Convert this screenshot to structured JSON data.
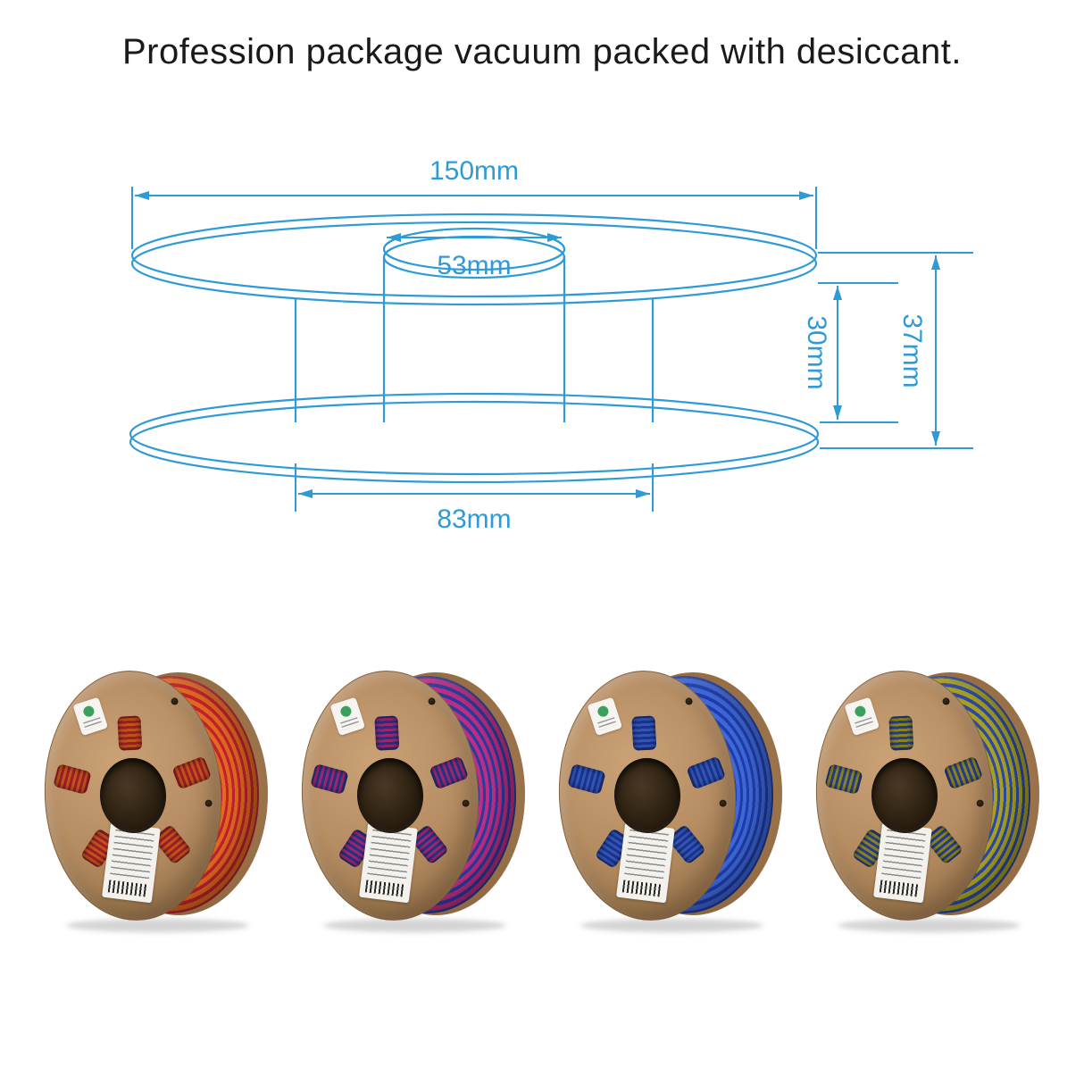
{
  "page": {
    "title": "Profession package vacuum packed with desiccant."
  },
  "diagram": {
    "accent_color": "#2e9ad6",
    "dimensions": {
      "outer_diameter": "150mm",
      "hub_diameter": "53mm",
      "inner_height": "30mm",
      "total_height": "37mm",
      "inner_width": "83mm"
    }
  },
  "spools": [
    {
      "name": "silk red-orange dual color filament spool",
      "filament_primary": "#c32030",
      "filament_secondary": "#e06a1e",
      "cardboard": "#b68d63"
    },
    {
      "name": "silk blue-magenta dual color filament spool",
      "filament_primary": "#2b3c9e",
      "filament_secondary": "#bf2e86",
      "cardboard": "#b68d63"
    },
    {
      "name": "silk blue filament spool",
      "filament_primary": "#1e3eae",
      "filament_secondary": "#3f68d8",
      "cardboard": "#b68d63"
    },
    {
      "name": "silk blue-yellow dual color filament spool",
      "filament_primary": "#2c49a8",
      "filament_secondary": "#a8a023",
      "cardboard": "#b68d63"
    }
  ]
}
